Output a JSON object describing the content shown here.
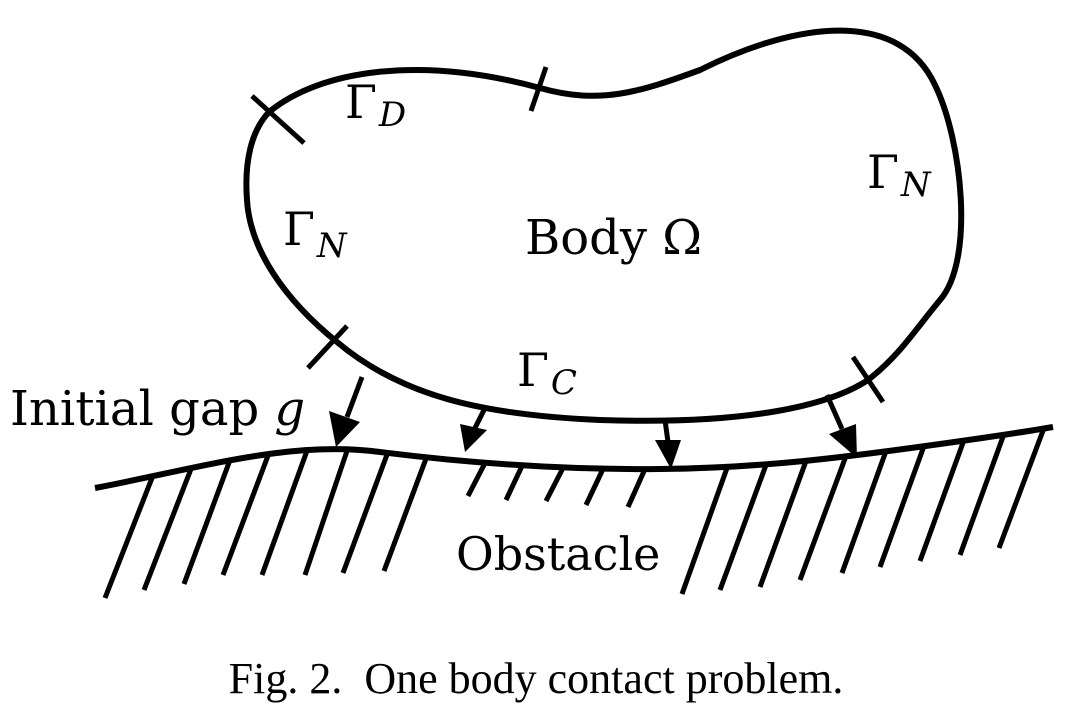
{
  "diagram": {
    "body_label": "Body Ω",
    "obstacle_label": "Obstacle",
    "gap_label_text": "Initial gap ",
    "gap_label_symbol": "g",
    "boundaries": {
      "dirichlet": {
        "symbol": "Γ",
        "subscript": "D"
      },
      "neumann_left": {
        "symbol": "Γ",
        "subscript": "N"
      },
      "neumann_right": {
        "symbol": "Γ",
        "subscript": "N"
      },
      "contact": {
        "symbol": "Γ",
        "subscript": "C"
      }
    }
  },
  "caption": "Fig. 2.  One body contact problem."
}
